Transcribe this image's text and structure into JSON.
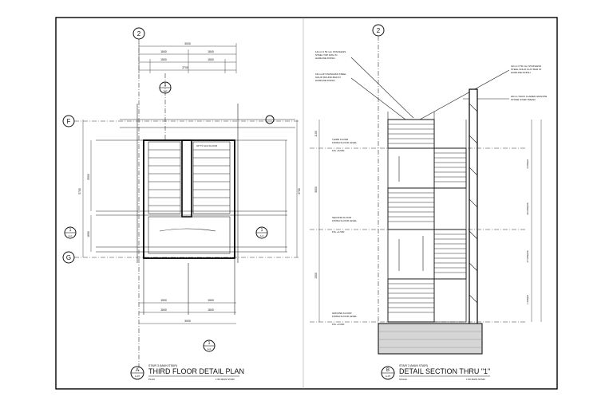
{
  "grid": {
    "col": "2",
    "row_f": "F",
    "row_g": "G"
  },
  "plan": {
    "section_marker_1": {
      "num": "1",
      "sheet": "A-0"
    },
    "section_marker_1b": {
      "num": "1",
      "sheet": "A-0"
    },
    "section_marker_2": {
      "num": "1",
      "sheet": "A-0"
    },
    "section_marker_3": {
      "num": "1",
      "sheet": "A-0"
    },
    "dims_top_overall": "3000",
    "dims_top_a": "1840",
    "dims_top_b": "1840",
    "dims_top_sub_a": "1500",
    "dims_top_sub_b": "1500",
    "dims_top_mid": "3700",
    "dims_left_total": "5700",
    "dims_left_a": "2500",
    "dims_left_b": "1650",
    "dims_right_total": "3700",
    "dims_bottom_overall": "3000",
    "dims_bottom_a": "1840",
    "dims_bottom_b": "1840",
    "dims_bottom_sub_a": "1500",
    "dims_bottom_sub_b": "1500",
    "up_note": "UP TO 2nd FLOOR",
    "title_caption": "STAIR 3 (MAIN STAIR)",
    "title_letter": "A",
    "title_sheet": "A-07",
    "title": "THIRD FLOOR DETAIL PLAN",
    "scale_left": "PLAN",
    "scale_right": "1:50 MAIN STAIR"
  },
  "section": {
    "note_top_rail": [
      "12mm X 50 mm STAINLESS",
      "STEEL TOP RAIL IN",
      "HAIRLINE FINISH"
    ],
    "note_round_bar": [
      "16mm Ø STAINLESS STEEL",
      "SOLID ROUND BAR IN",
      "HAIRLINE FINISH"
    ],
    "note_flat_bar": [
      "12mm X 50 mm STAINLESS",
      "STEEL SOLID FLAT BAR IN",
      "HAIRLINE FINISH"
    ],
    "note_tread": [
      "20mm THICK FLAMED GRANITE",
      "STONE STAIR TREAD"
    ],
    "level_third": [
      "THIRD FLOOR",
      "FINISH FLOOR LEVEL",
      "FFL +8.500"
    ],
    "level_second": [
      "SECOND FLOOR",
      "FINISH FLOOR LEVEL",
      "FFL +4.500"
    ],
    "level_ground": [
      "GROUND FLOOR",
      "FINISH FLOOR LEVEL",
      "FFL +0.000"
    ],
    "dims_left": [
      "1100",
      "3000",
      "1500"
    ],
    "dims_right": [
      "4 RISER",
      "20 RISERS",
      "17 RISERS",
      "1 RISER"
    ],
    "title_caption": "STAIR 3 (MAIN STAIR)",
    "title_letter": "B",
    "title_sheet": "A-07",
    "title": "DETAIL SECTION THRU \"1\"",
    "scale_left": "SCALE",
    "scale_right": "1:50 MAIN STAIR"
  }
}
